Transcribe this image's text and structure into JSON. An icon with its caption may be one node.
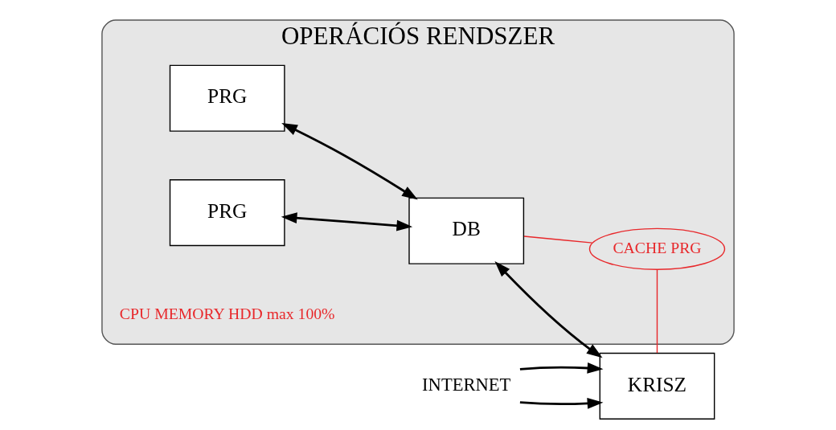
{
  "diagram": {
    "nodes": [
      {
        "text": [
          "OPERÁCIÓS RENDSZER"
        ]
      },
      {
        "text": [
          "PRG"
        ],
        "in": 0
      },
      {
        "text": [
          "PRG"
        ],
        "in": 0
      },
      {
        "text": [
          "DB"
        ],
        "in": 0
      },
      {
        "text": [
          "KRISZ"
        ]
      },
      {
        "text": [
          "CACHE PRG"
        ],
        "in": 0
      },
      {
        "text": [
          "INTERNET"
        ]
      }
    ],
    "edges": [
      {
        "from": 1,
        "to": 3,
        "arrow": "both"
      },
      {
        "from": 2,
        "to": 3,
        "arrow": "both"
      },
      {
        "from": 3,
        "to": 4,
        "arrow": "both"
      },
      {
        "from": 6,
        "to": 4,
        "arrow": "to"
      },
      {
        "from": 6,
        "to": 4,
        "arrow": "to"
      },
      {
        "from": 3,
        "to": 5,
        "arrow": "none",
        "color": "#e8282b"
      },
      {
        "from": 4,
        "to": 5,
        "arrow": "none",
        "color": "#e8282b"
      }
    ],
    "labels": [
      "CPU MEMORY HDD max 100%"
    ]
  }
}
